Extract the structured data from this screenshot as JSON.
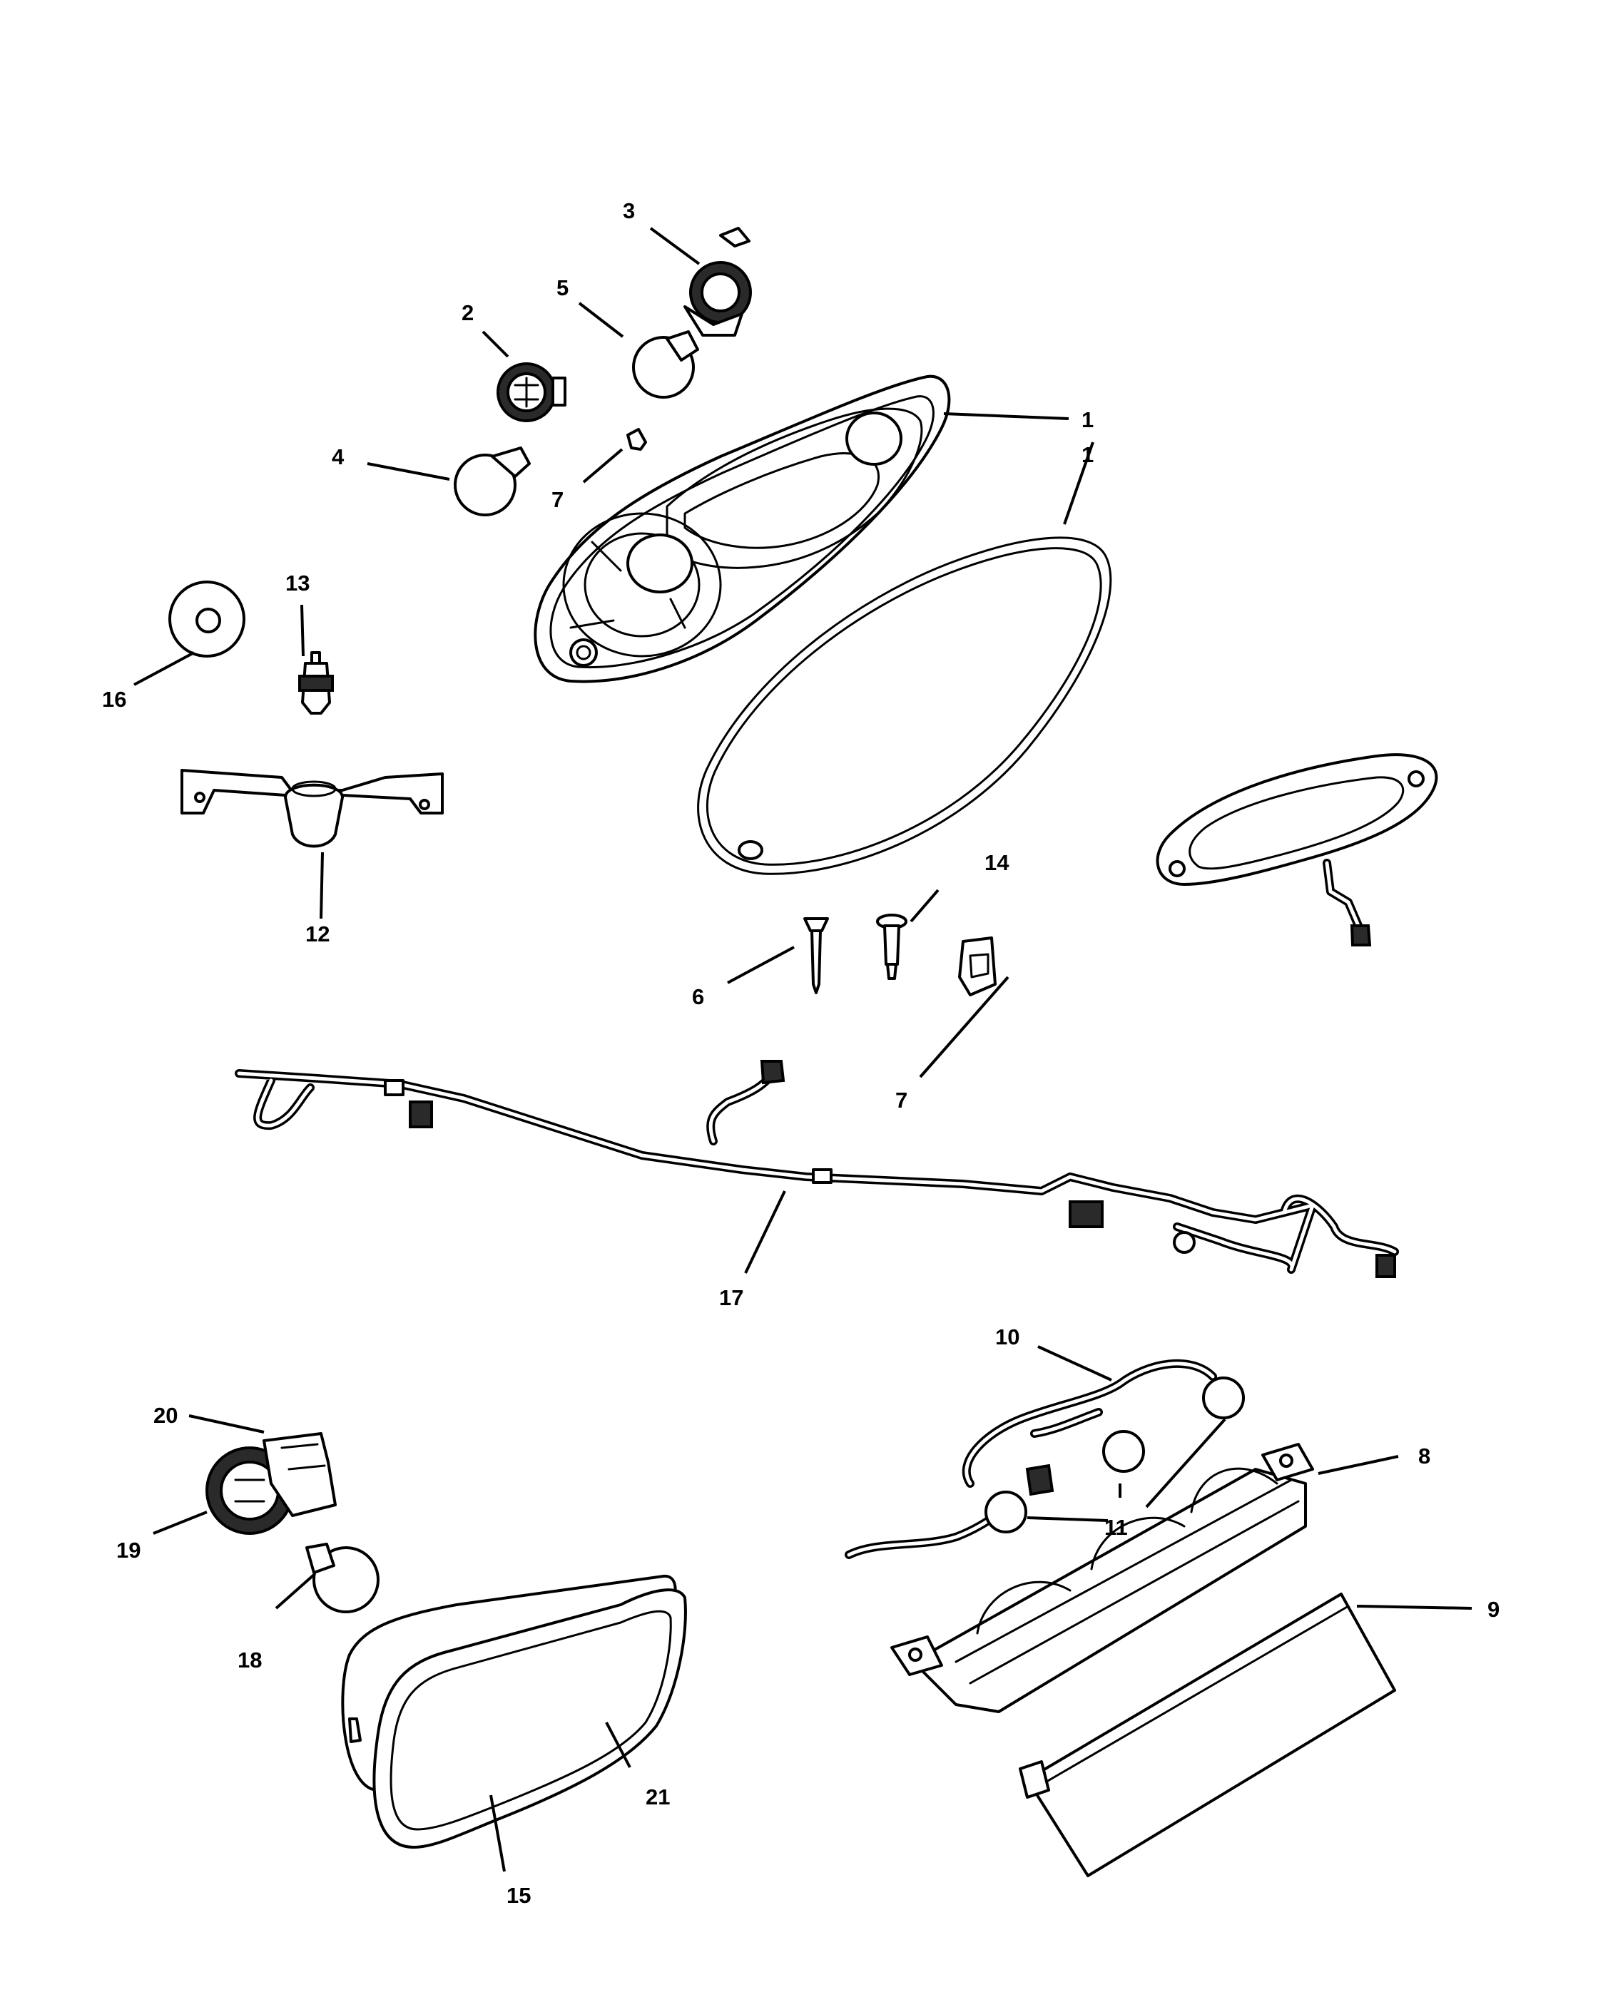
{
  "callouts": [
    {
      "id": "1a",
      "label": "1"
    },
    {
      "id": "1b",
      "label": "1"
    },
    {
      "id": "2",
      "label": "2"
    },
    {
      "id": "3",
      "label": "3"
    },
    {
      "id": "4",
      "label": "4"
    },
    {
      "id": "5",
      "label": "5"
    },
    {
      "id": "6",
      "label": "6"
    },
    {
      "id": "7a",
      "label": "7"
    },
    {
      "id": "7b",
      "label": "7"
    },
    {
      "id": "8",
      "label": "8"
    },
    {
      "id": "9",
      "label": "9"
    },
    {
      "id": "10",
      "label": "10"
    },
    {
      "id": "11a",
      "label": "11"
    },
    {
      "id": "11b",
      "label": "11"
    },
    {
      "id": "12",
      "label": "12"
    },
    {
      "id": "13",
      "label": "13"
    },
    {
      "id": "14",
      "label": "14"
    },
    {
      "id": "15",
      "label": "15"
    },
    {
      "id": "16",
      "label": "16"
    },
    {
      "id": "17",
      "label": "17"
    },
    {
      "id": "18",
      "label": "18"
    },
    {
      "id": "19",
      "label": "19"
    },
    {
      "id": "20",
      "label": "20"
    },
    {
      "id": "21",
      "label": "21"
    }
  ]
}
